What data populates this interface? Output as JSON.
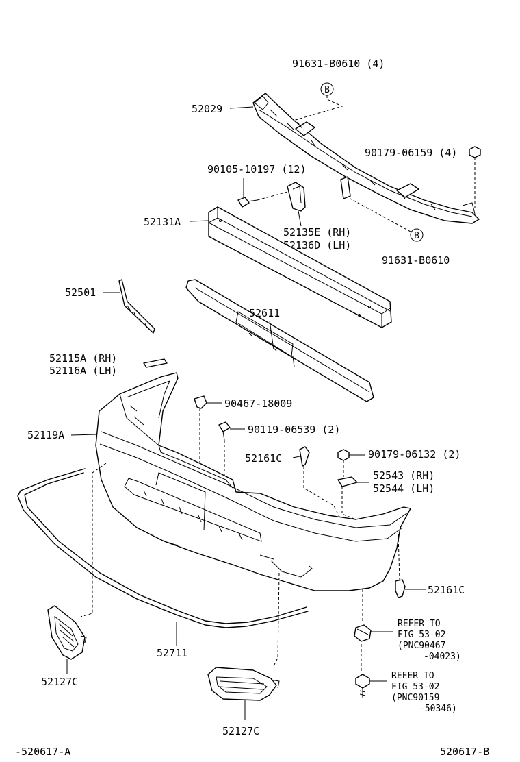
{
  "labels": {
    "p_91631_top": "91631-B0610 (4)",
    "p_52029": "52029",
    "p_90179_06159": "90179-06159 (4)",
    "p_90105": "90105-10197 (12)",
    "p_52131A": "52131A",
    "p_52135E": "52135E (RH)",
    "p_52136D": "52136D (LH)",
    "p_91631_bot": "91631-B0610",
    "p_52501": "52501",
    "p_52611": "52611",
    "p_52115A": "52115A (RH)",
    "p_52116A": "52116A (LH)",
    "p_90467": "90467-18009",
    "p_52119A": "52119A",
    "p_90119": "90119-06539 (2)",
    "p_52161C_a": "52161C",
    "p_90179_06132": "90179-06132 (2)",
    "p_52543": "52543 (RH)",
    "p_52544": "52544 (LH)",
    "p_52161C_b": "52161C",
    "ref1_l1": "REFER TO",
    "ref1_l2": "FIG 53-02",
    "ref1_l3": "(PNC90467",
    "ref1_l4": "-04023)",
    "ref2_l1": "REFER TO",
    "ref2_l2": "FIG 53-02",
    "ref2_l3": "(PNC90159",
    "ref2_l4": "-50346)",
    "p_52711": "52711",
    "p_52127C_l": "52127C",
    "p_52127C_r": "52127C",
    "footer_left": "-520617-A",
    "footer_right": "520617-B",
    "callout_b": "B"
  }
}
